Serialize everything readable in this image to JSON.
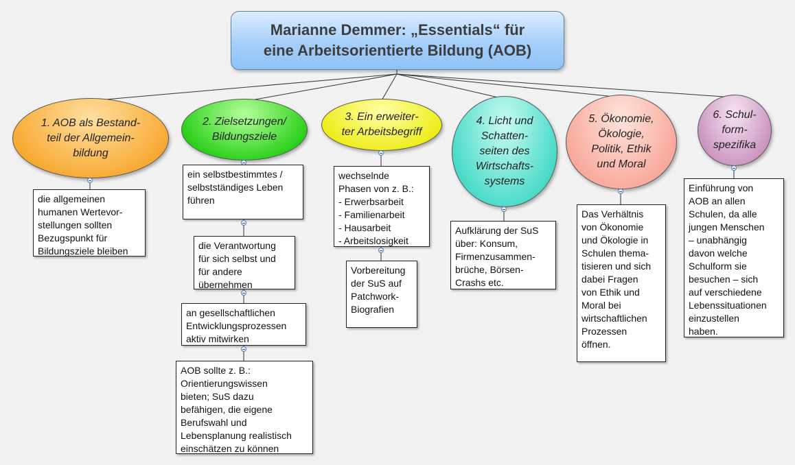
{
  "title": {
    "line1": "Marianne Demmer: „Essentials“ für",
    "line2": "eine Arbeitsorientierte Bildung (AOB)"
  },
  "branches": [
    {
      "lines": [
        "1. AOB als Bestand-",
        "teil der Allgemein-",
        "bildung"
      ],
      "color": "orange",
      "boxes": [
        [
          "die allgemeinen",
          "humanen Wertevor-",
          "stellungen sollten",
          "Bezugspunkt für",
          "Bildungsziele bleiben"
        ]
      ]
    },
    {
      "lines": [
        "2. Zielsetzungen/",
        "Bildungsziele"
      ],
      "color": "green",
      "boxes": [
        [
          "ein selbstbestimmtes /",
          "selbstständiges Leben",
          "führen"
        ],
        [
          "die Verantwortung",
          "für sich selbst und",
          "für andere",
          "übernehmen"
        ],
        [
          "an gesellschaftlichen",
          "Entwicklungsprozessen",
          "aktiv mitwirken"
        ],
        [
          "AOB sollte z. B.:",
          "Orientierungswissen",
          "bieten; SuS dazu",
          "befähigen, die eigene",
          "Berufswahl und",
          "Lebensplanung realistisch",
          "einschätzen zu können"
        ]
      ]
    },
    {
      "lines": [
        "3. Ein erweiter-",
        "ter Arbeitsbegriff"
      ],
      "color": "yellow",
      "boxes": [
        [
          "wechselnde",
          "Phasen von z. B.:",
          "- Erwerbsarbeit",
          "- Familienarbeit",
          "- Hausarbeit",
          "- Arbeitslosigkeit"
        ],
        [
          "Vorbereitung",
          "der SuS auf",
          "Patchwork-",
          "Biografien"
        ]
      ]
    },
    {
      "lines": [
        "4. Licht und",
        "Schatten-",
        "seiten des",
        "Wirtschafts-",
        "systems"
      ],
      "color": "teal",
      "boxes": [
        [
          "Aufklärung der SuS",
          "über: Konsum,",
          "Firmenzusammen-",
          "brüche, Börsen-",
          "Crashs etc."
        ]
      ]
    },
    {
      "lines": [
        "5. Ökonomie,",
        "Ökologie,",
        "Politik, Ethik",
        "und Moral"
      ],
      "color": "salmon",
      "boxes": [
        [
          "Das Verhältnis",
          "von Ökonomie",
          "und Ökologie in",
          "Schulen thema-",
          "tisieren und sich",
          "dabei Fragen",
          "von Ethik und",
          "Moral bei",
          "wirtschaftlichen",
          "Prozessen",
          "öffnen."
        ]
      ]
    },
    {
      "lines": [
        "6. Schul-",
        "form-",
        "spezifika"
      ],
      "color": "mauve",
      "boxes": [
        [
          "Einführung von",
          "AOB an allen",
          "Schulen, da alle",
          "jungen Menschen",
          "– unabhängig",
          "davon welche",
          "Schulform sie",
          "besuchen – sich",
          "auf verschiedene",
          "Lebenssituationen",
          "einzustellen",
          "haben."
        ]
      ]
    }
  ],
  "colors": {
    "orange": [
      "#ffe0a0",
      "#f7a52a"
    ],
    "green": [
      "#b6ff9c",
      "#20cc10"
    ],
    "yellow": [
      "#ffffa8",
      "#ecec10"
    ],
    "teal": [
      "#c8fbf2",
      "#3fd8c4"
    ],
    "salmon": [
      "#ffe4dc",
      "#f8a496"
    ],
    "mauve": [
      "#f6e4f2",
      "#c88fbd"
    ]
  }
}
